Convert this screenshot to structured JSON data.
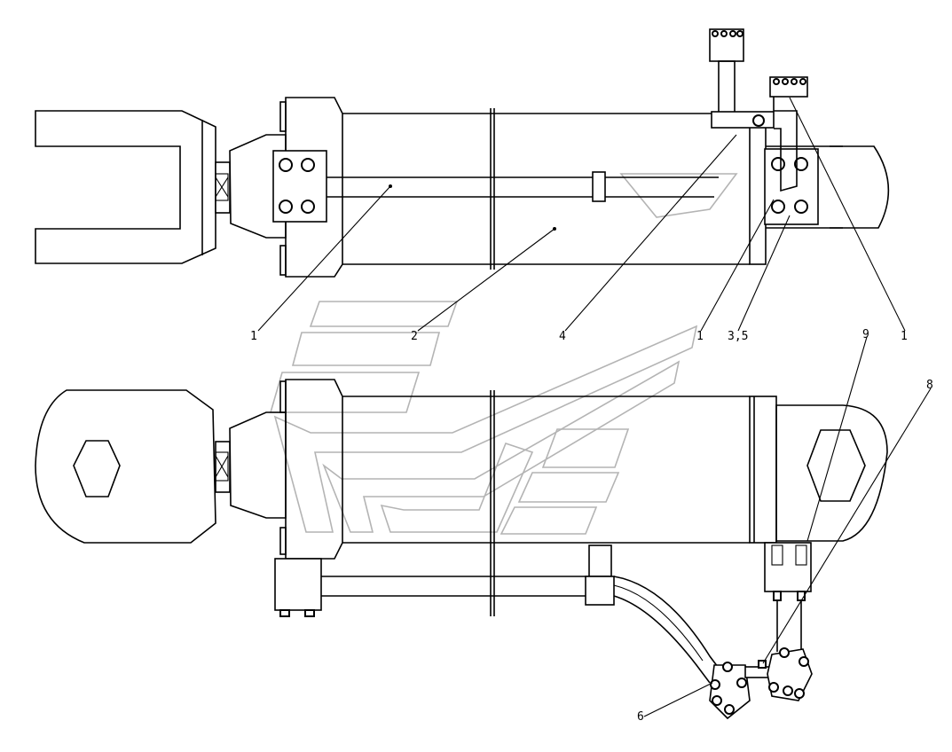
{
  "callouts": {
    "c1": "1",
    "c2": "2",
    "c3": "4",
    "c4": "1",
    "c5": "3,5",
    "c6": "1",
    "c7": "9",
    "c8": "8",
    "c9": "6"
  },
  "colors": {
    "line": "#000000",
    "watermark": "#b4b4b4",
    "background": "#ffffff"
  }
}
